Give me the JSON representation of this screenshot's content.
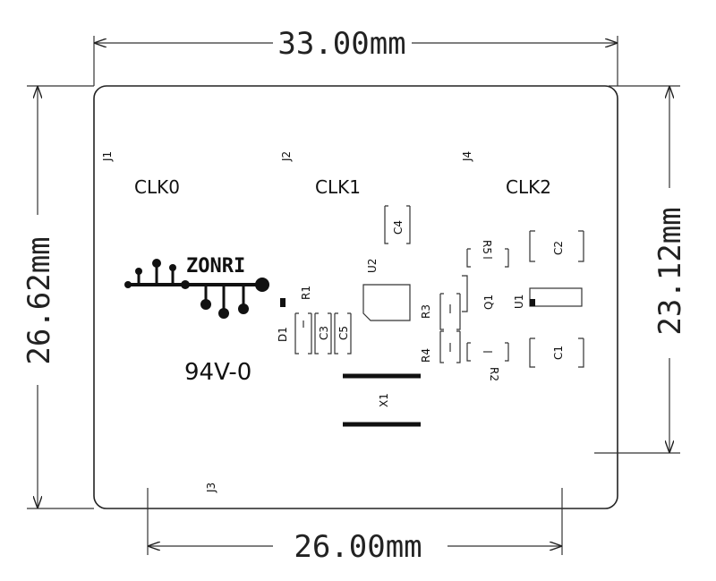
{
  "dimensions": {
    "top": "33.00mm",
    "bottom": "26.00mm",
    "left": "26.62mm",
    "right": "23.12mm"
  },
  "connectors": {
    "j1": "J1",
    "j2": "J2",
    "j3": "J3",
    "j4": "J4"
  },
  "clock_labels": {
    "clk0": "CLK0",
    "clk1": "CLK1",
    "clk2": "CLK2"
  },
  "logo_text": "ZONRI",
  "flammability_mark": "94V-0",
  "components": {
    "c1": "C1",
    "c2": "C2",
    "c3": "C3",
    "c4": "C4",
    "c5": "C5",
    "r1": "R1",
    "r2": "R2",
    "r3": "R3",
    "r4": "R4",
    "r5": "R5",
    "d1": "D1",
    "q1": "Q1",
    "u1": "U1",
    "u2": "U2",
    "x1": "X1"
  }
}
